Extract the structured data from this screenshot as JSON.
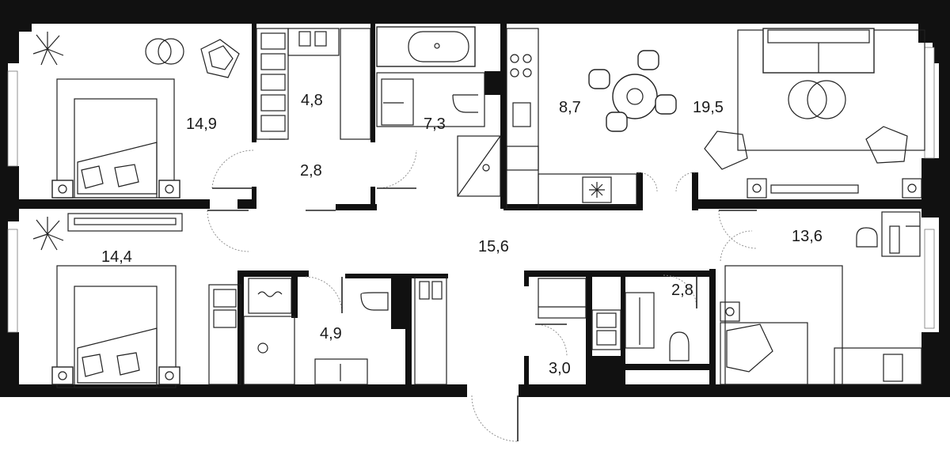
{
  "rooms": [
    {
      "id": "bedroom-1",
      "area": "14,9"
    },
    {
      "id": "wardrobe",
      "area": "4,8"
    },
    {
      "id": "bathroom-1",
      "area": "7,3"
    },
    {
      "id": "kitchen",
      "area": "8,7"
    },
    {
      "id": "living-room",
      "area": "19,5"
    },
    {
      "id": "hall-small",
      "area": "2,8"
    },
    {
      "id": "bedroom-2",
      "area": "14,4"
    },
    {
      "id": "corridor",
      "area": "15,6"
    },
    {
      "id": "bedroom-3",
      "area": "13,6"
    },
    {
      "id": "bathroom-2",
      "area": "4,9"
    },
    {
      "id": "bathroom-3",
      "area": "2,8"
    },
    {
      "id": "storage",
      "area": "3,0"
    }
  ],
  "colors": {
    "wall": "#111111",
    "floor": "#ffffff",
    "line": "#222222"
  },
  "icons": [
    "plant-icon",
    "bed-icon",
    "armchair-icon",
    "dining-table-icon",
    "sofa-icon",
    "bathtub-icon",
    "toilet-icon",
    "sink-icon",
    "shower-icon",
    "stove-icon",
    "washing-machine-icon",
    "door-swing-icon"
  ]
}
